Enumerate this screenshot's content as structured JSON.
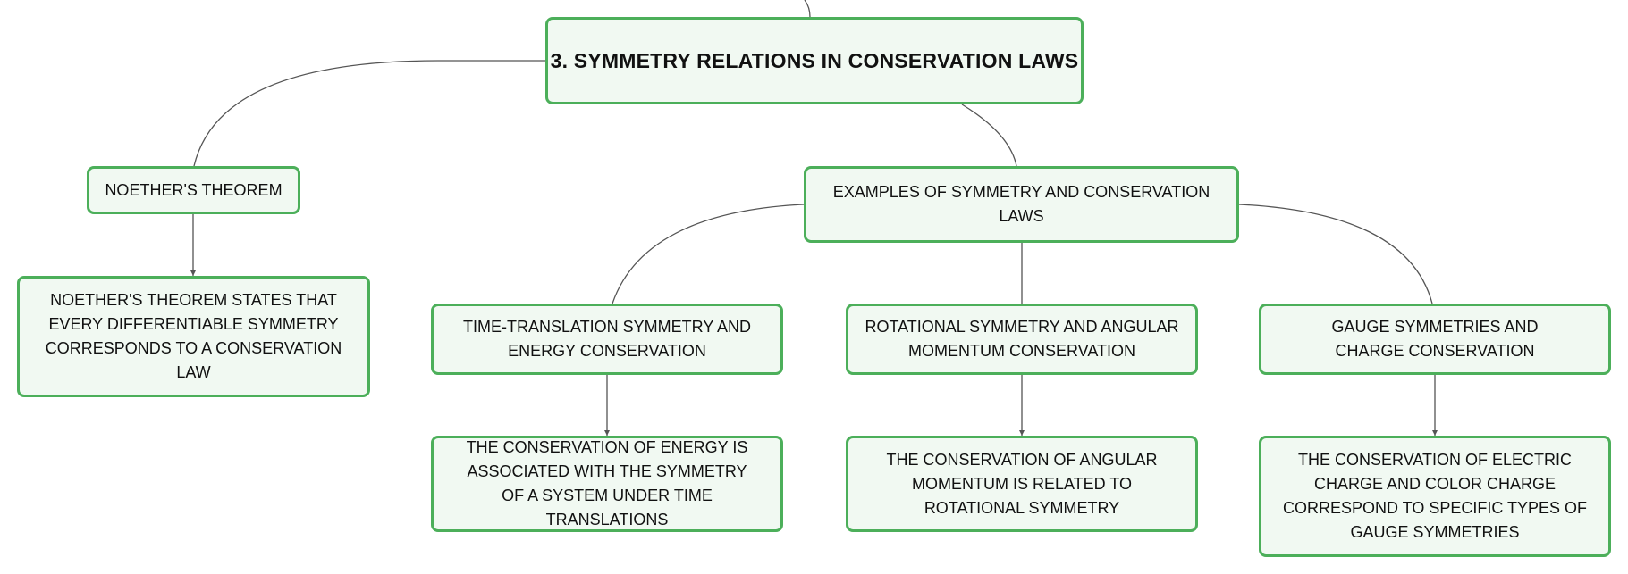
{
  "diagram": {
    "root": {
      "label": "3. SYMMETRY RELATIONS IN CONSERVATION LAWS"
    },
    "noether": {
      "label": "NOETHER'S THEOREM",
      "detail": "NOETHER'S THEOREM STATES THAT EVERY DIFFERENTIABLE SYMMETRY CORRESPONDS TO A CONSERVATION LAW"
    },
    "examples": {
      "label": "EXAMPLES OF SYMMETRY AND CONSERVATION LAWS",
      "children": [
        {
          "label": "TIME-TRANSLATION SYMMETRY AND ENERGY CONSERVATION",
          "detail": "THE CONSERVATION OF ENERGY IS ASSOCIATED WITH THE SYMMETRY OF A SYSTEM UNDER TIME TRANSLATIONS"
        },
        {
          "label": "ROTATIONAL SYMMETRY AND ANGULAR MOMENTUM CONSERVATION",
          "detail": "THE CONSERVATION OF ANGULAR MOMENTUM IS RELATED TO ROTATIONAL SYMMETRY"
        },
        {
          "label": "GAUGE SYMMETRIES AND CHARGE CONSERVATION",
          "detail": "THE CONSERVATION OF ELECTRIC CHARGE AND COLOR CHARGE CORRESPOND TO SPECIFIC TYPES OF GAUGE SYMMETRIES"
        }
      ]
    }
  },
  "colors": {
    "node_border": "#4caf5a",
    "node_fill": "#f1f9f2",
    "connector": "#555555",
    "text": "#111111"
  }
}
